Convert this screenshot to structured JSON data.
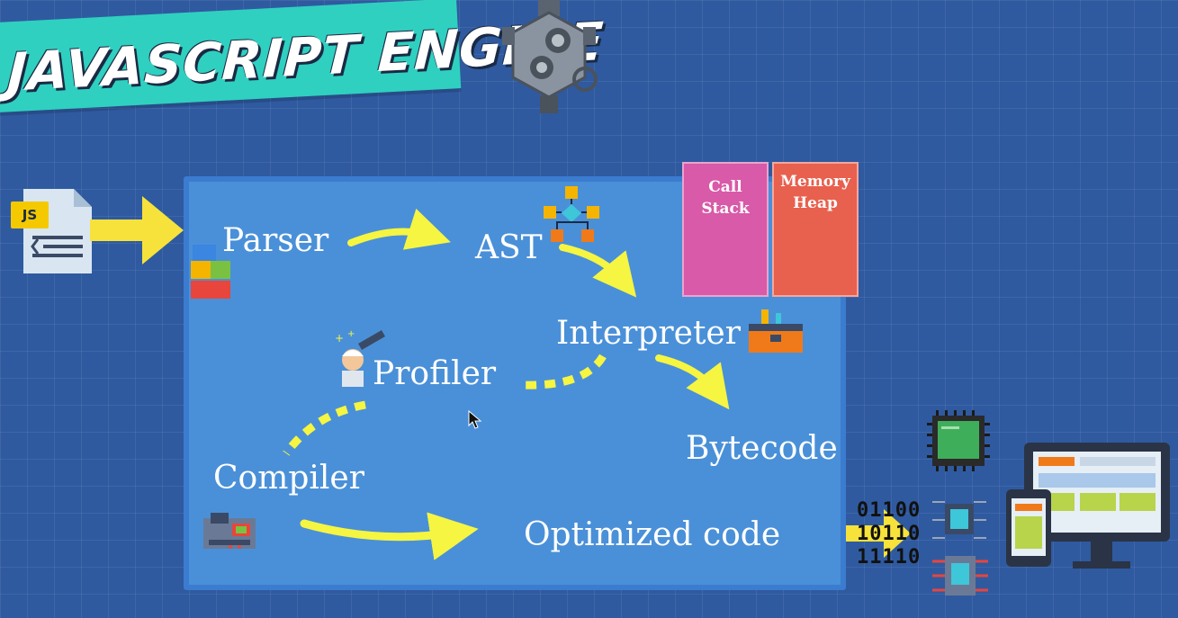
{
  "title": "JAVASCRIPT ENGINE",
  "file_badge": "JS",
  "nodes": {
    "parser": "Parser",
    "ast": "AST",
    "interpreter": "Interpreter",
    "profiler": "Profiler",
    "bytecode": "Bytecode",
    "compiler": "Compiler",
    "optimized_code": "Optimized code"
  },
  "memory": {
    "call_stack": "Call Stack",
    "memory_heap": "Memory Heap"
  },
  "binary": [
    "01100",
    "10110",
    "11110"
  ],
  "colors": {
    "background": "#2f5aa0",
    "engine_box": "#4a90d8",
    "banner": "#2fd0c0",
    "arrow": "#f5f542",
    "call_stack": "#d85aa8",
    "memory_heap": "#e8604e",
    "input_arrow": "#f6e23a"
  },
  "icons": [
    "js-file-icon",
    "engine-icon",
    "blocks-icon",
    "tree-icon",
    "toolbox-icon",
    "scientist-icon",
    "machine-icon",
    "cpu-icon",
    "chip-icon",
    "circuit-icon",
    "monitor-icon",
    "phone-icon",
    "mouse-cursor-icon"
  ]
}
